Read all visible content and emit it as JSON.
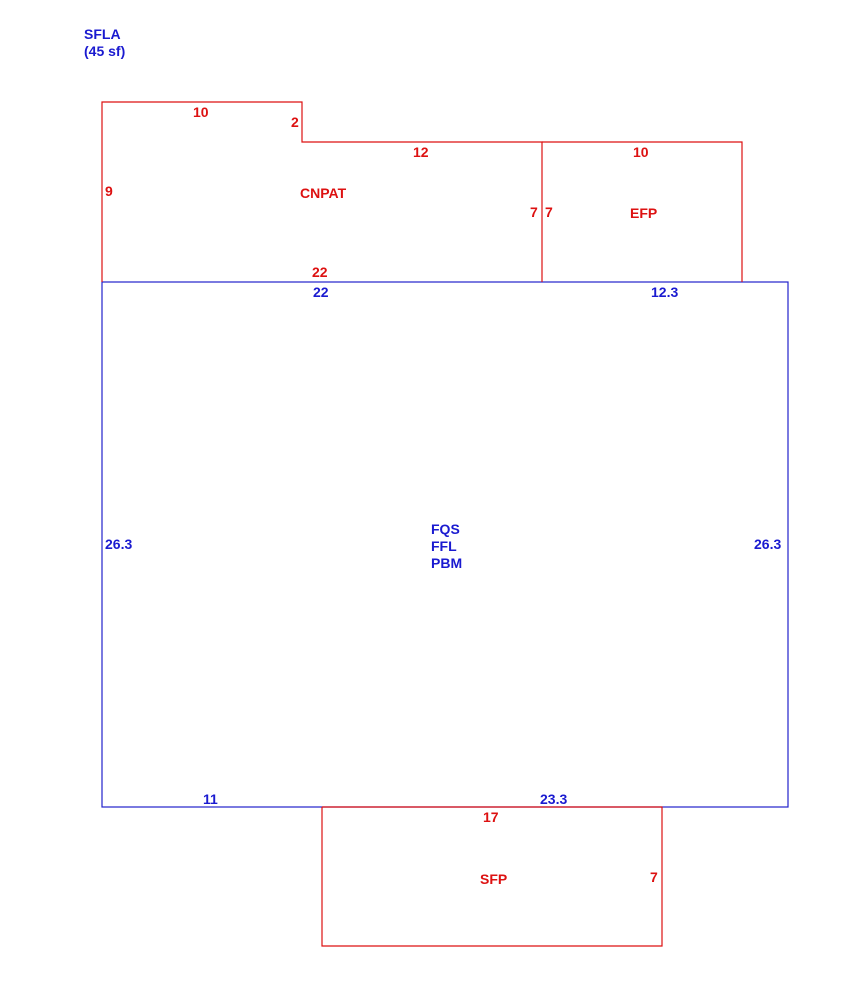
{
  "legend": {
    "code": "SFLA",
    "area": "(45 sf)"
  },
  "colors": {
    "main_outline": "#2222cc",
    "addition_outline": "#dd1111"
  },
  "areas": {
    "cnpat": {
      "code": "CNPAT",
      "dims": [
        "10",
        "2",
        "12",
        "9",
        "7",
        "22"
      ]
    },
    "efp": {
      "code": "EFP",
      "dims": [
        "10",
        "7"
      ]
    },
    "main": {
      "codes": [
        "FQS",
        "FFL",
        "PBM"
      ],
      "dims": [
        "22",
        "12.3",
        "26.3",
        "26.3",
        "11",
        "23.3"
      ]
    },
    "sfp": {
      "code": "SFP",
      "dims": [
        "17",
        "7"
      ]
    }
  }
}
